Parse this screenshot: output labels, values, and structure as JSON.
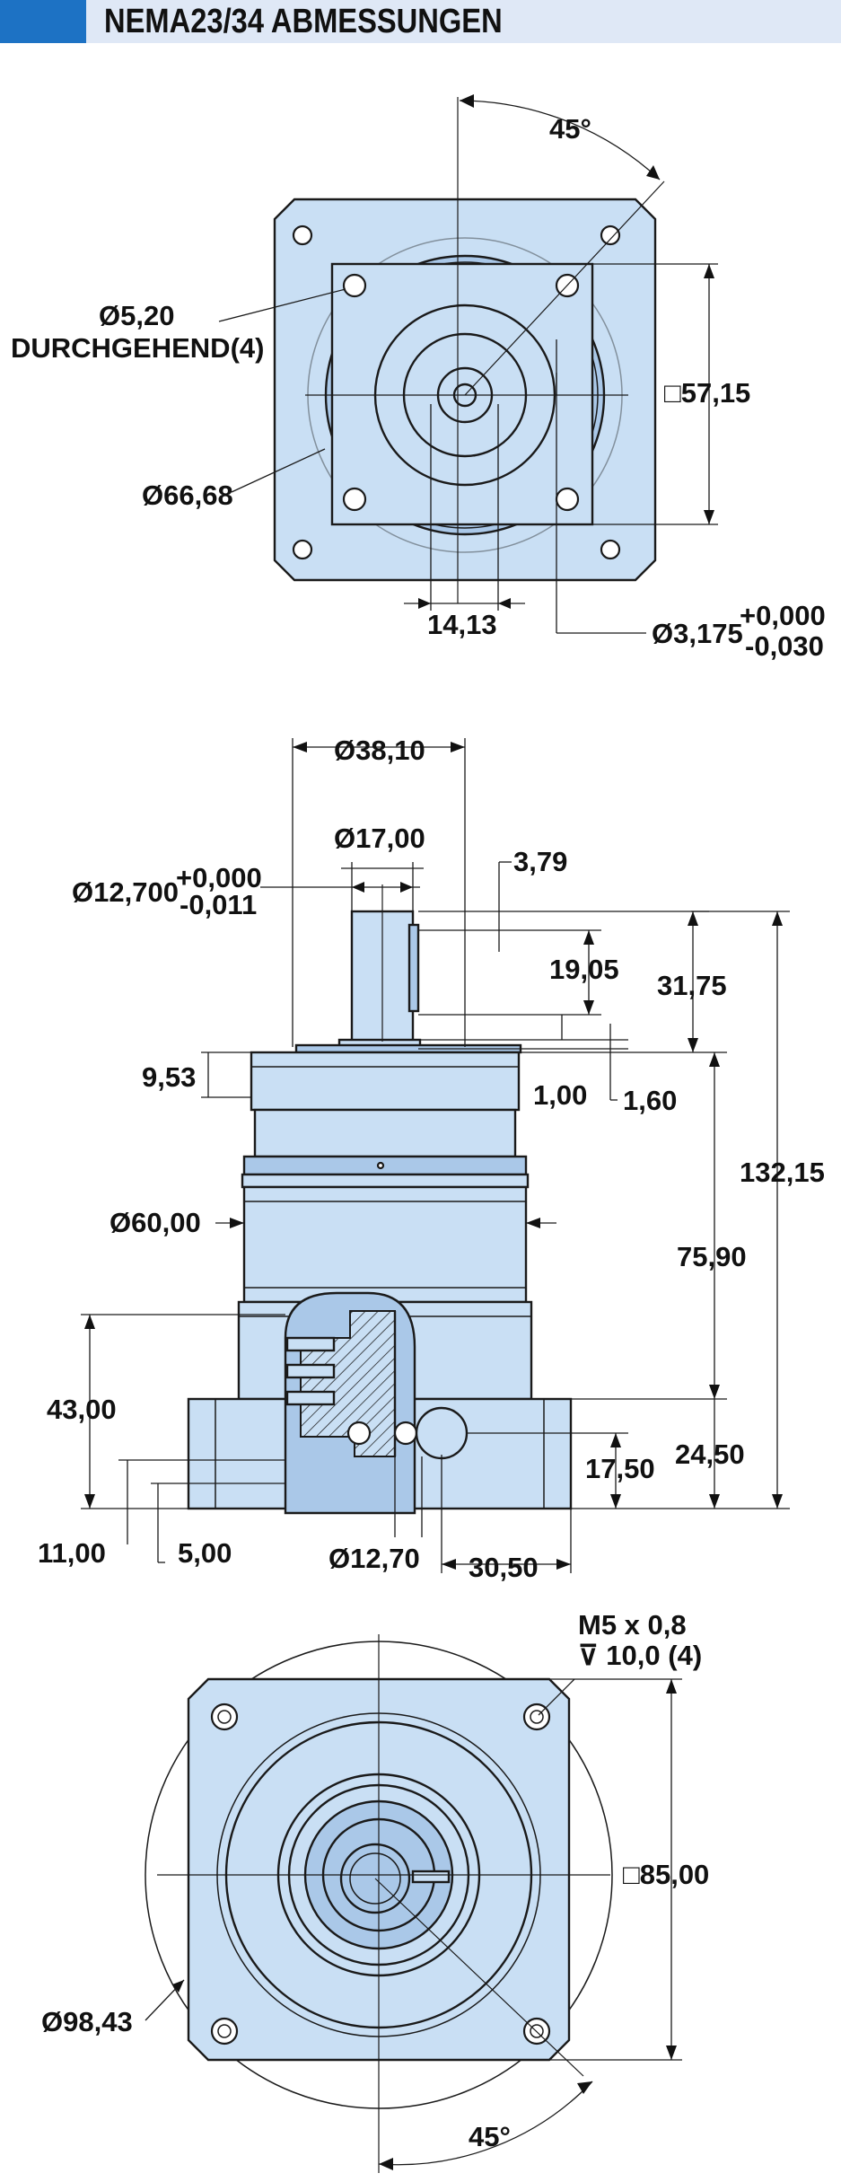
{
  "header": {
    "title": "NEMA23/34 ABMESSUNGEN",
    "accent_color": "#1d72c4",
    "band_color": "#dfe8f6"
  },
  "colors": {
    "part_fill": "#c9dff4",
    "part_shade": "#aac8e8",
    "line": "#1a1a1a"
  },
  "top_view": {
    "angle": "45°",
    "hole_dia": "Ø5,20",
    "hole_note": "DURCHGEHEND(4)",
    "pilot_dia": "Ø66,68",
    "square": "□57,15",
    "offset": "14,13",
    "shaft_dia": "Ø3,175",
    "tol_plus": "+0,000",
    "tol_minus": "-0,030"
  },
  "side_view": {
    "dia_38": "Ø38,10",
    "dia_17": "Ø17,00",
    "shaft_dia": "Ø12,700",
    "tol_plus": "+0,000",
    "tol_minus": "-0,011",
    "d_379": "3,79",
    "d_1905": "19,05",
    "d_3175": "31,75",
    "d_100": "1,00",
    "d_160": "1,60",
    "d_953": "9,53",
    "d_13215": "132,15",
    "dia_60": "Ø60,00",
    "d_7590": "75,90",
    "d_4300": "43,00",
    "d_1750": "17,50",
    "d_2450": "24,50",
    "d_1100": "11,00",
    "d_500": "5,00",
    "dia_1270": "Ø12,70",
    "d_3050": "30,50"
  },
  "bottom_view": {
    "thread": "M5 x 0,8",
    "thread_depth": "⊽ 10,0 (4)",
    "square": "□85,00",
    "bolt_circle": "Ø98,43",
    "angle": "45°"
  }
}
